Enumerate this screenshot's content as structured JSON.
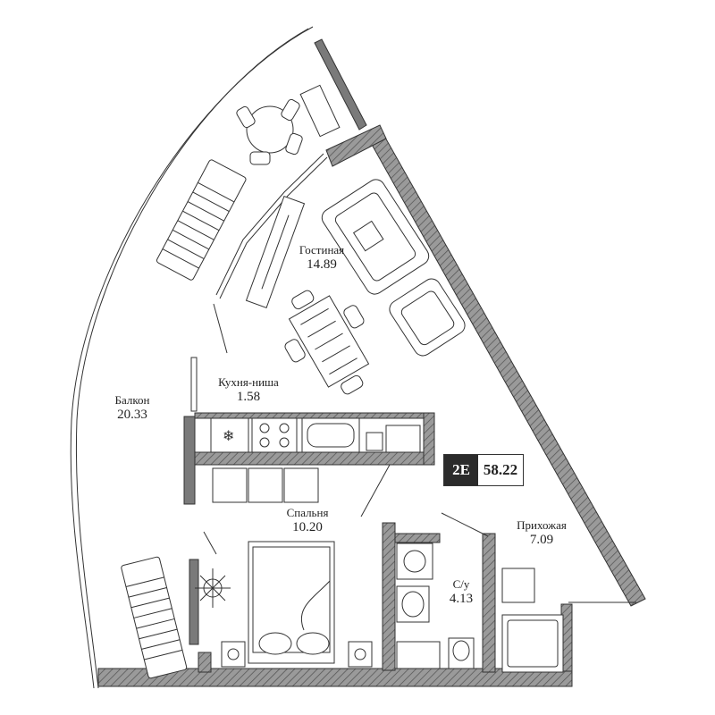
{
  "apartment": {
    "type_code": "2E",
    "total_area": "58.22"
  },
  "rooms": {
    "living": {
      "name": "Гостиная",
      "area": "14.89"
    },
    "kitchen": {
      "name": "Кухня-ниша",
      "area": "1.58"
    },
    "balcony": {
      "name": "Балкон",
      "area": "20.33"
    },
    "bedroom": {
      "name": "Спальня",
      "area": "10.20"
    },
    "hallway": {
      "name": "Прихожая",
      "area": "7.09"
    },
    "bathroom": {
      "name": "С/у",
      "area": "4.13"
    }
  },
  "colors": {
    "wall_fill": "#7a7a7a",
    "badge_dark": "#2b2b2b",
    "line": "#333333"
  }
}
